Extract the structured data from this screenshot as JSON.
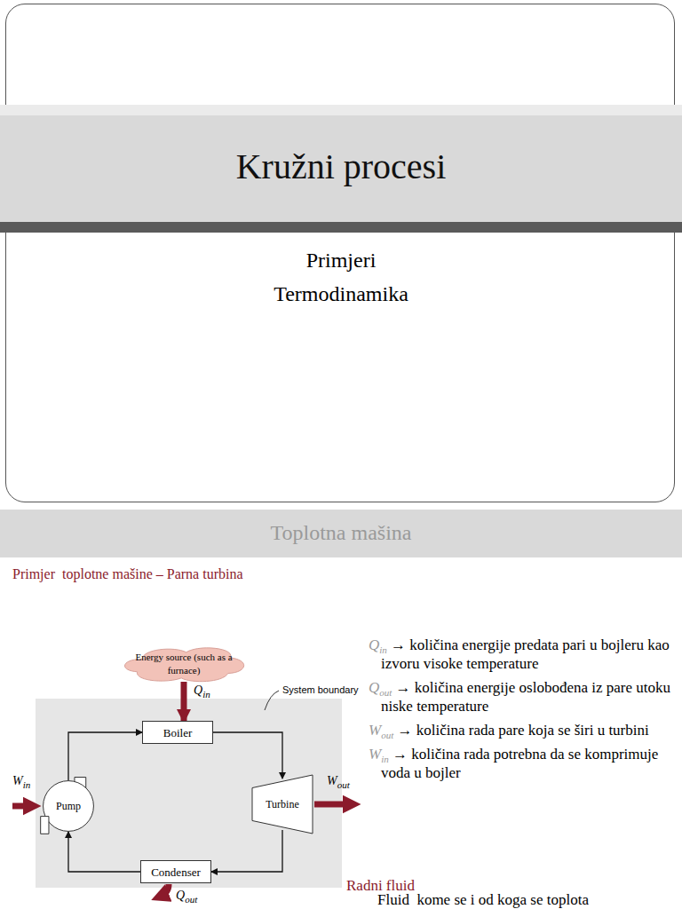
{
  "diagram": {
    "title": "Kružni procesi",
    "nodes": [
      {
        "text": [
          "Energy source (such as a furnace)"
        ]
      },
      {
        "text": [
          "System boundary"
        ]
      },
      {
        "text": [
          "Boiler"
        ],
        "in": 1
      },
      {
        "text": [
          "Pump"
        ],
        "in": 1
      },
      {
        "text": [
          "Turbine"
        ],
        "in": 1
      },
      {
        "text": [
          "Condenser"
        ],
        "in": 1
      }
    ],
    "edges": [
      {
        "from": 0,
        "to": 2,
        "arrow": "to"
      },
      {
        "from": 2,
        "to": 4,
        "arrow": "to"
      },
      {
        "from": 4,
        "to": 5,
        "arrow": "to"
      },
      {
        "from": 5,
        "to": 3,
        "arrow": "to"
      },
      {
        "from": 3,
        "to": 2,
        "arrow": "to"
      }
    ],
    "labels": [
      "Primjeri",
      "Termodinamika",
      "Toplotna mašina",
      "Primjer  toplotne mašine – Parna turbina",
      "Q",
      "in",
      "→ količina energije predata pari u bojleru kao izvoru visoke temperature",
      "Q",
      "out",
      "→ količina energije oslobođena iz pare utoku niske temperature",
      "W",
      "out",
      "→ količina rada pare koja se širi u turbini",
      "W",
      "in",
      "→   količina rada potrebna da se komprimuje voda u bojler",
      "Radni fluid",
      "Fluid  kome se i od koga se toplota",
      "Q",
      "in",
      "W",
      "in",
      "W",
      "out",
      "Q",
      "out"
    ]
  }
}
